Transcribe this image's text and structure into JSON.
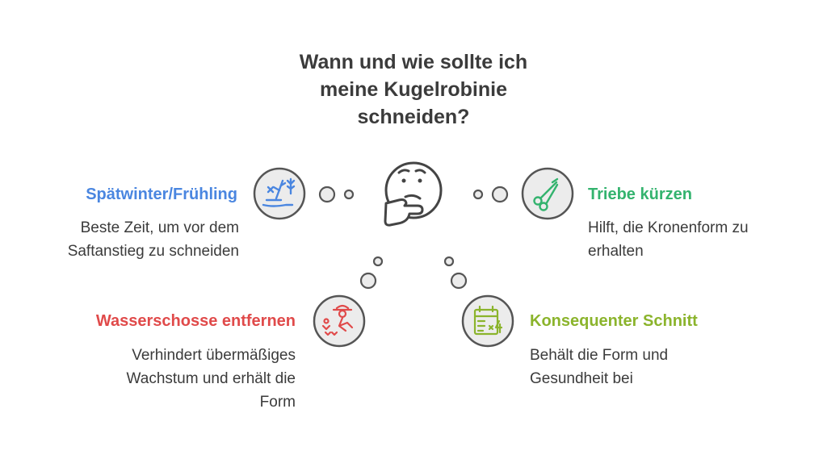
{
  "title_lines": [
    "Wann und wie sollte ich",
    "meine Kugelrobinie",
    "schneiden?"
  ],
  "colors": {
    "blue": "#4a86e0",
    "green": "#33b36e",
    "red": "#e04a4a",
    "lime": "#8bb42c",
    "text": "#3b3b3b",
    "outline": "#555555",
    "bubble_fill": "#ececec"
  },
  "center_icon": "thinking-face-icon",
  "items": {
    "top_left": {
      "heading": "Spätwinter/Frühling",
      "desc_lines": [
        "Beste Zeit, um vor dem",
        "Saftanstieg zu schneiden"
      ],
      "icon": "winter-branch-icon"
    },
    "top_right": {
      "heading": "Triebe kürzen",
      "desc_lines": [
        "Hilft, die Kronenform zu",
        "erhalten"
      ],
      "icon": "pruning-shears-icon"
    },
    "bottom_left": {
      "heading": "Wasserschosse entfernen",
      "desc_lines": [
        "Verhindert übermäßiges",
        "Wachstum und erhält die",
        "Form"
      ],
      "icon": "gardener-icon"
    },
    "bottom_right": {
      "heading": "Konsequenter Schnitt",
      "desc_lines": [
        "Behält die Form und",
        "Gesundheit bei"
      ],
      "icon": "calendar-repeat-icon"
    }
  }
}
